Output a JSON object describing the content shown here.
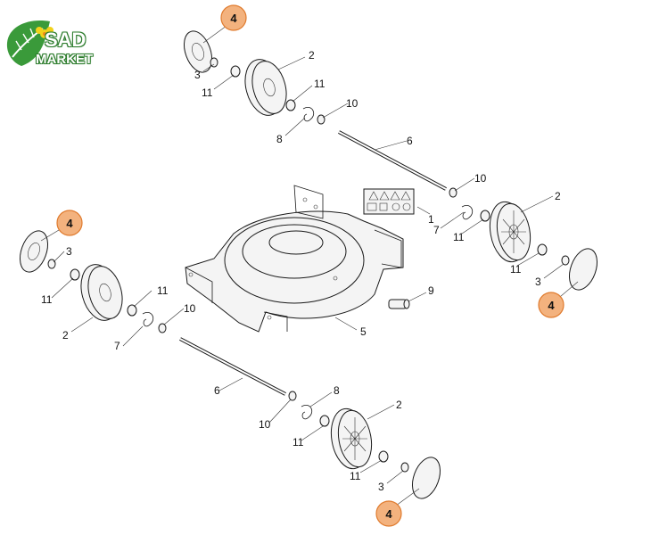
{
  "logo": {
    "line1": "SAD",
    "line2": "MARKET"
  },
  "colors": {
    "callout_fill": "#f3b27e",
    "callout_stroke": "#e07b2e",
    "logo_green": "#3a9a3a",
    "logo_yellow": "#f2d21a"
  },
  "labels": {
    "p1": "1",
    "p2": "2",
    "p3": "3",
    "p4": "4",
    "p5": "5",
    "p6": "6",
    "p7": "7",
    "p8": "8",
    "p9": "9",
    "p10": "10",
    "p11": "11"
  },
  "callouts": {
    "c1": "4",
    "c2": "4",
    "c3": "4",
    "c4": "4"
  }
}
